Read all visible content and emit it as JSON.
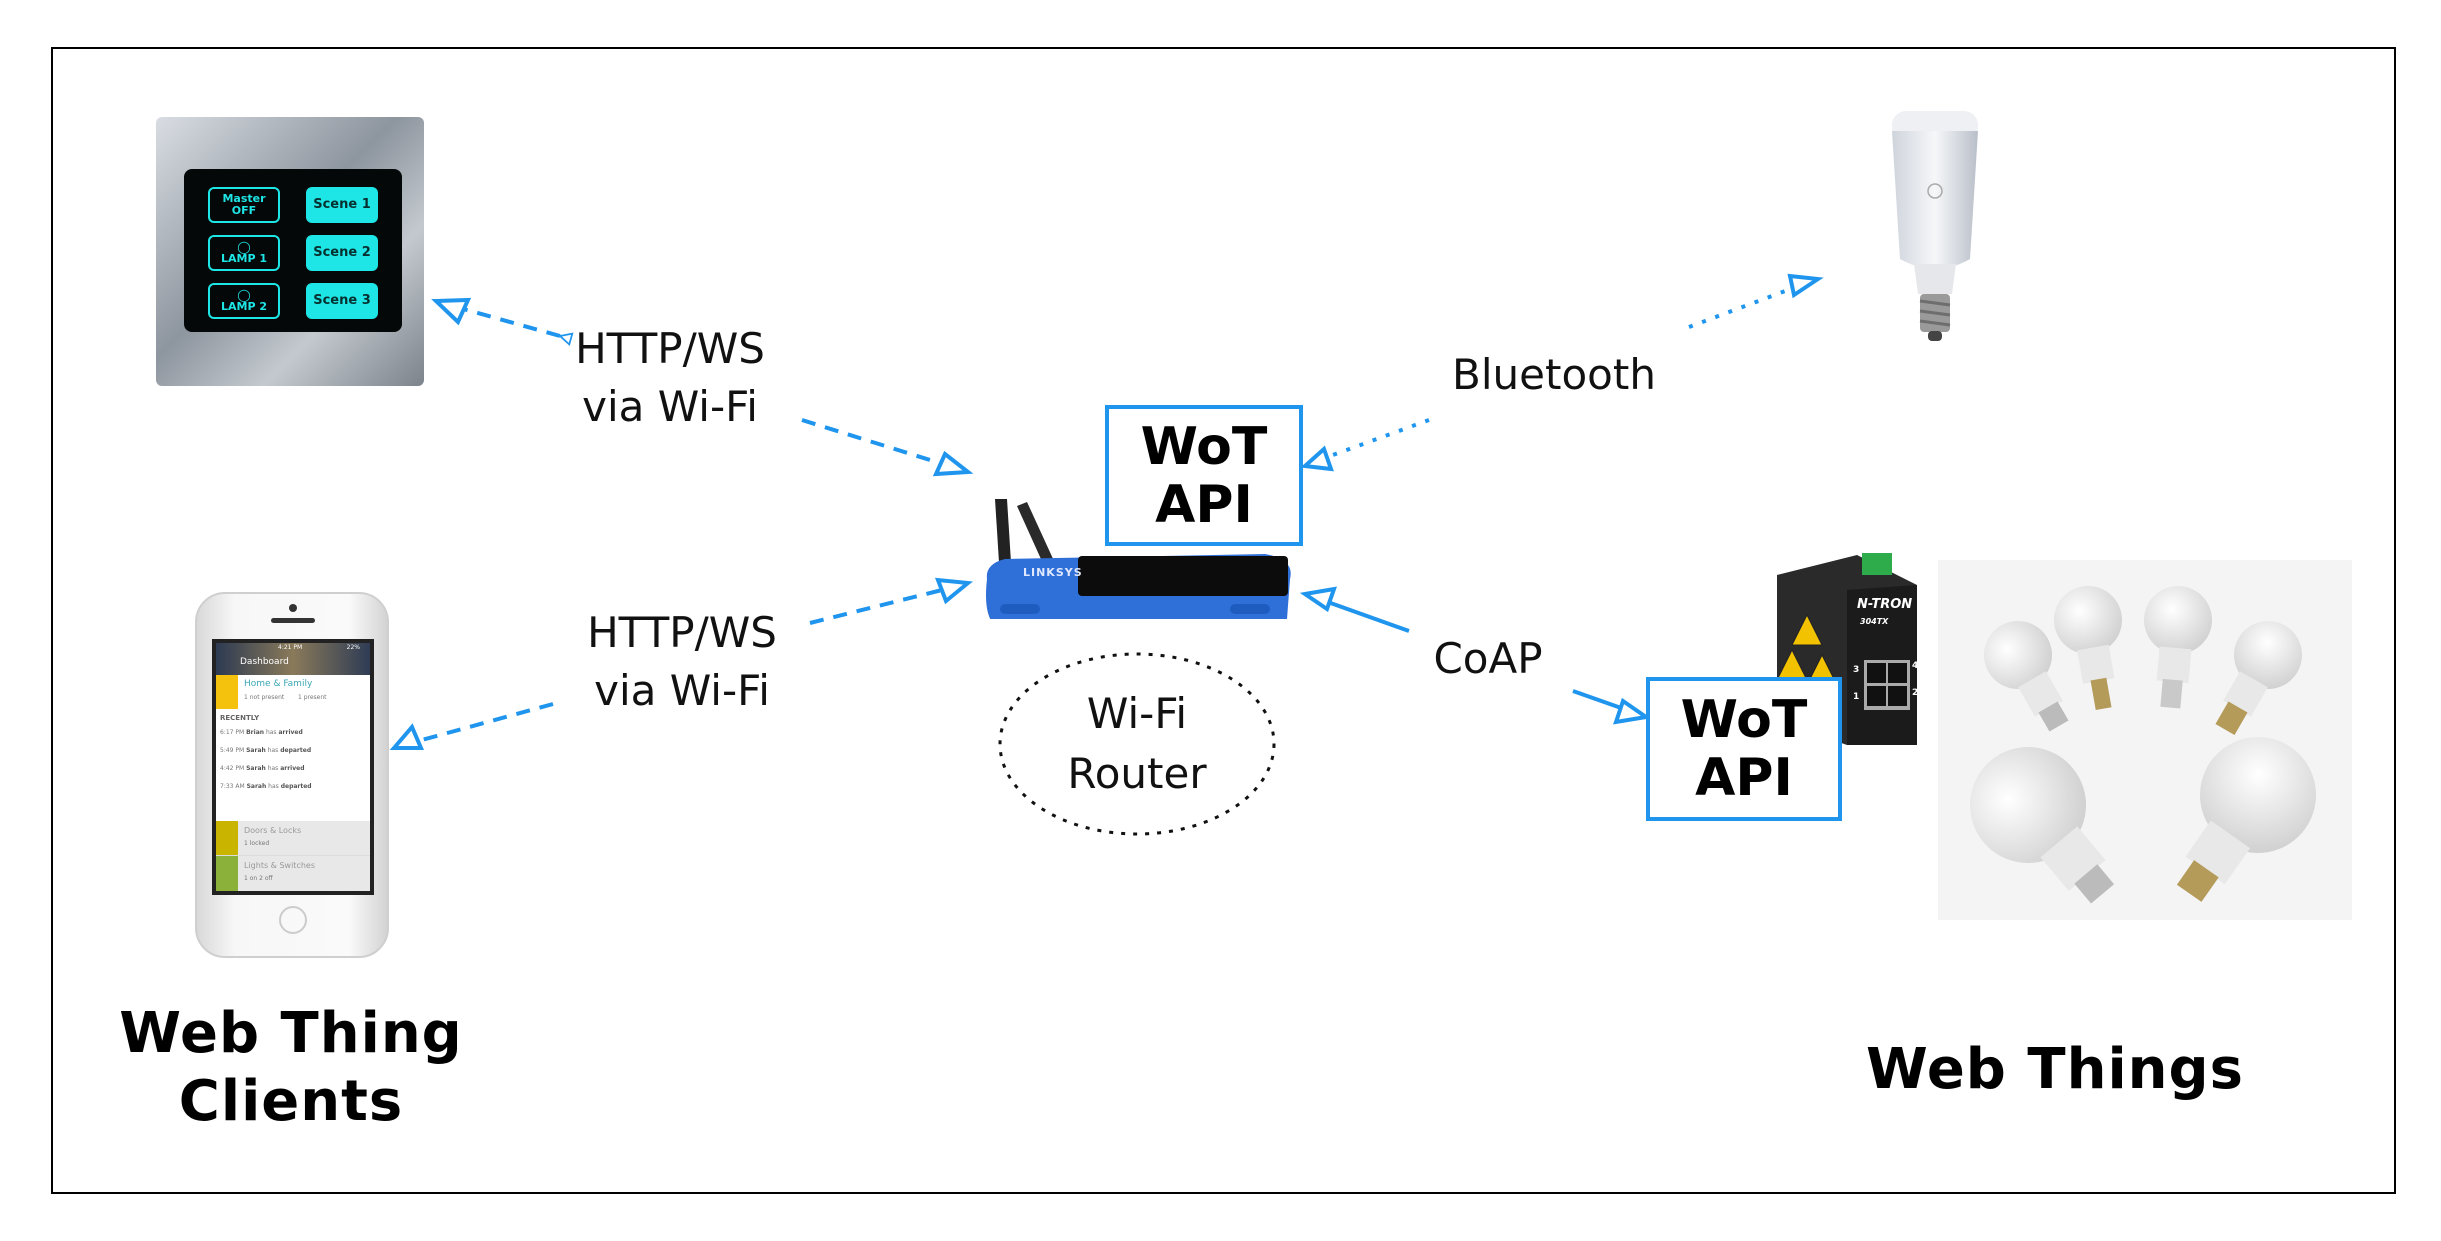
{
  "colors": {
    "arrow": "#1f95ee",
    "api_border": "#1f95ee",
    "screen_cyan": "#1ee6e6"
  },
  "labels": {
    "http_top_line1": "HTTP/WS",
    "http_top_line2": "via Wi-Fi",
    "http_bottom_line1": "HTTP/WS",
    "http_bottom_line2": "via Wi-Fi",
    "bluetooth": "Bluetooth",
    "coap": "CoAP",
    "router_line1": "Wi-Fi",
    "router_line2": "Router",
    "clients_line1": "Web Thing",
    "clients_line2": "Clients",
    "things": "Web Things"
  },
  "wot_api_router": {
    "line1": "WoT",
    "line2": "API"
  },
  "wot_api_gateway": {
    "line1": "WoT",
    "line2": "API"
  },
  "switch_panel": {
    "master": "Master",
    "off": "OFF",
    "lamp1": "LAMP 1",
    "lamp2": "LAMP 2",
    "scene1": "Scene 1",
    "scene2": "Scene 2",
    "scene3": "Scene 3"
  },
  "phone": {
    "time": "4:21 PM",
    "battery": "22%",
    "title": "Dashboard",
    "group": "Home & Family",
    "not_present": "1 not present",
    "present": "1 present",
    "recently": "RECENTLY",
    "events": [
      {
        "time": "6:17 PM",
        "name": "Brian",
        "verb": "has",
        "action": "arrived"
      },
      {
        "time": "5:49 PM",
        "name": "Sarah",
        "verb": "has",
        "action": "departed"
      },
      {
        "time": "4:42 PM",
        "name": "Sarah",
        "verb": "has",
        "action": "arrived"
      },
      {
        "time": "7:33 AM",
        "name": "Sarah",
        "verb": "has",
        "action": "departed"
      }
    ],
    "doors": "Doors & Locks",
    "doors_status": "1 locked",
    "lights": "Lights & Switches",
    "lights_status": "1 on 2 off"
  },
  "router": {
    "brand": "LINKSYS"
  },
  "industrial_switch": {
    "brand": "N-TRON",
    "model": "304TX",
    "ports": [
      "3",
      "4",
      "1",
      "2"
    ]
  },
  "icons": [
    "touch-switch-panel",
    "smartphone",
    "wifi-router",
    "smart-bulb",
    "industrial-ethernet-switch",
    "led-bulbs"
  ]
}
